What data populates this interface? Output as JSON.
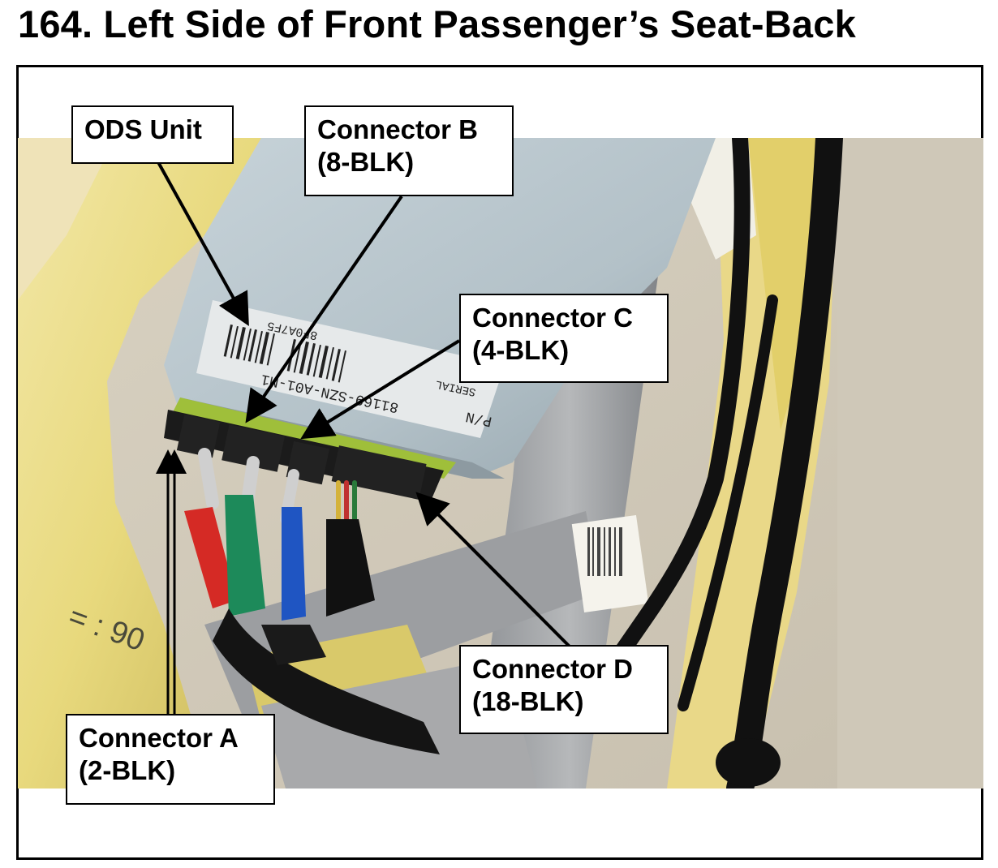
{
  "title": "164.  Left Side of Front Passenger’s Seat-Back",
  "callouts": {
    "ods_unit": {
      "line1": "ODS Unit"
    },
    "connector_b": {
      "line1": "Connector B",
      "line2": "(8-BLK)"
    },
    "connector_c": {
      "line1": "Connector C",
      "line2": "(4-BLK)"
    },
    "connector_d": {
      "line1": "Connector D",
      "line2": "(18-BLK)"
    },
    "connector_a": {
      "line1": "Connector A",
      "line2": "(2-BLK)"
    }
  },
  "photo": {
    "label_text": [
      "P/N",
      "81169-SZN-A01-M1",
      "SERIAL",
      "8F0A7F5"
    ]
  }
}
